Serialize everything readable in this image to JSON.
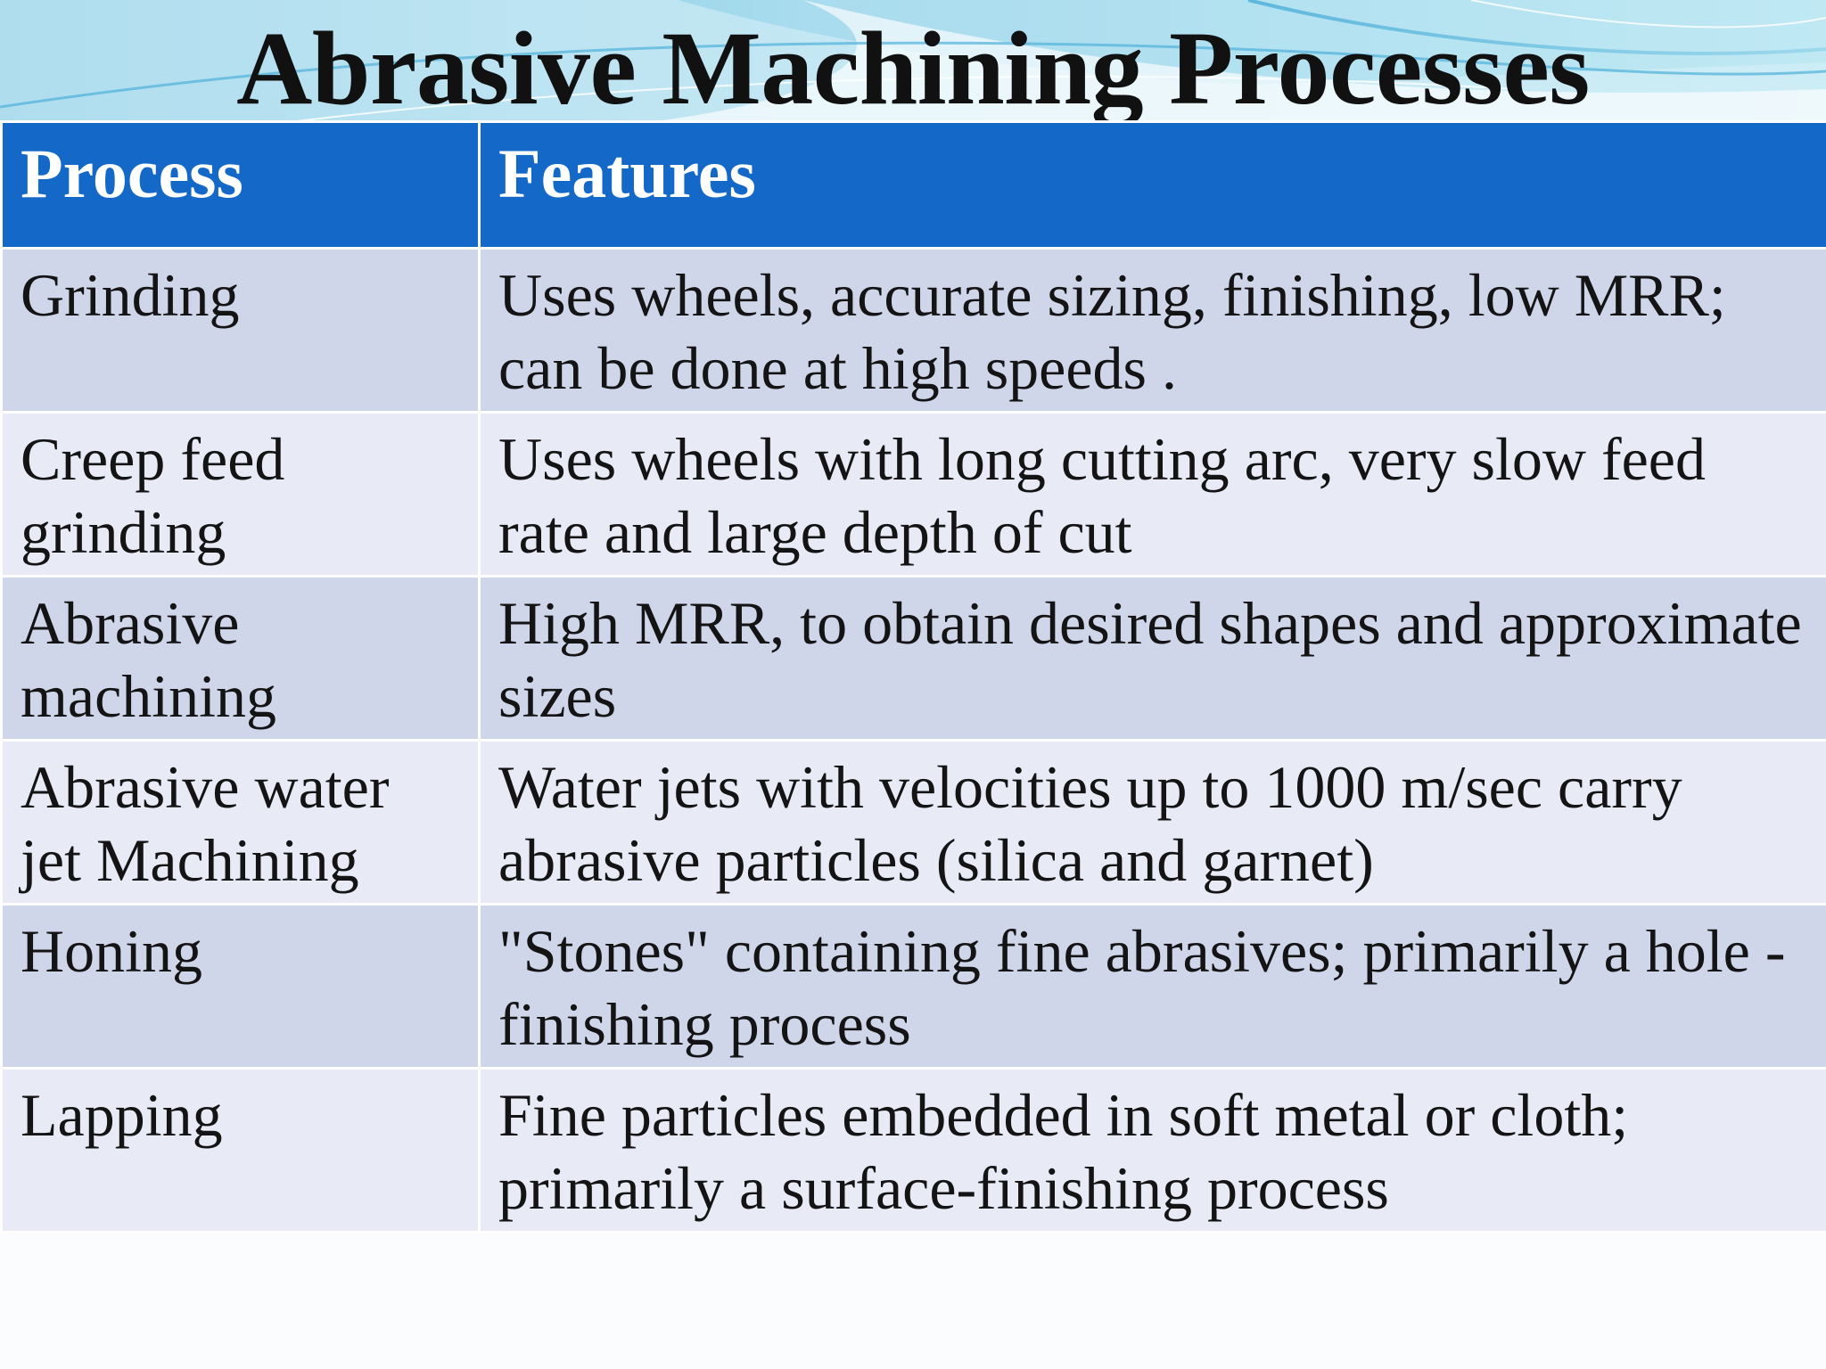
{
  "title": "Abrasive Machining Processes",
  "table": {
    "headers": [
      "Process",
      "Features"
    ],
    "rows": [
      {
        "process": "Grinding",
        "features": "Uses wheels, accurate sizing, finishing, low MRR; can be done at high speeds ."
      },
      {
        "process": "Creep feed grinding",
        "features": "Uses wheels with long cutting arc, very slow feed rate and large depth of cut"
      },
      {
        "process": "Abrasive machining",
        "features": "High MRR, to obtain desired shapes and approximate sizes"
      },
      {
        "process": "Abrasive water jet Machining",
        "features": "Water jets with velocities up to 1000 m/sec carry abrasive particles (silica and garnet)"
      },
      {
        "process": "Honing",
        "features": "\"Stones\" containing fine abrasives; primarily a hole - finishing  process"
      },
      {
        "process": "Lapping",
        "features": "Fine particles embedded in soft metal or cloth; primarily a surface-finishing process"
      }
    ]
  },
  "colors": {
    "header_bg": "#1469c8",
    "row_odd_bg": "#d0d6e9",
    "row_even_bg": "#e8ebf5",
    "banner_blue": "#5fb7dc"
  }
}
